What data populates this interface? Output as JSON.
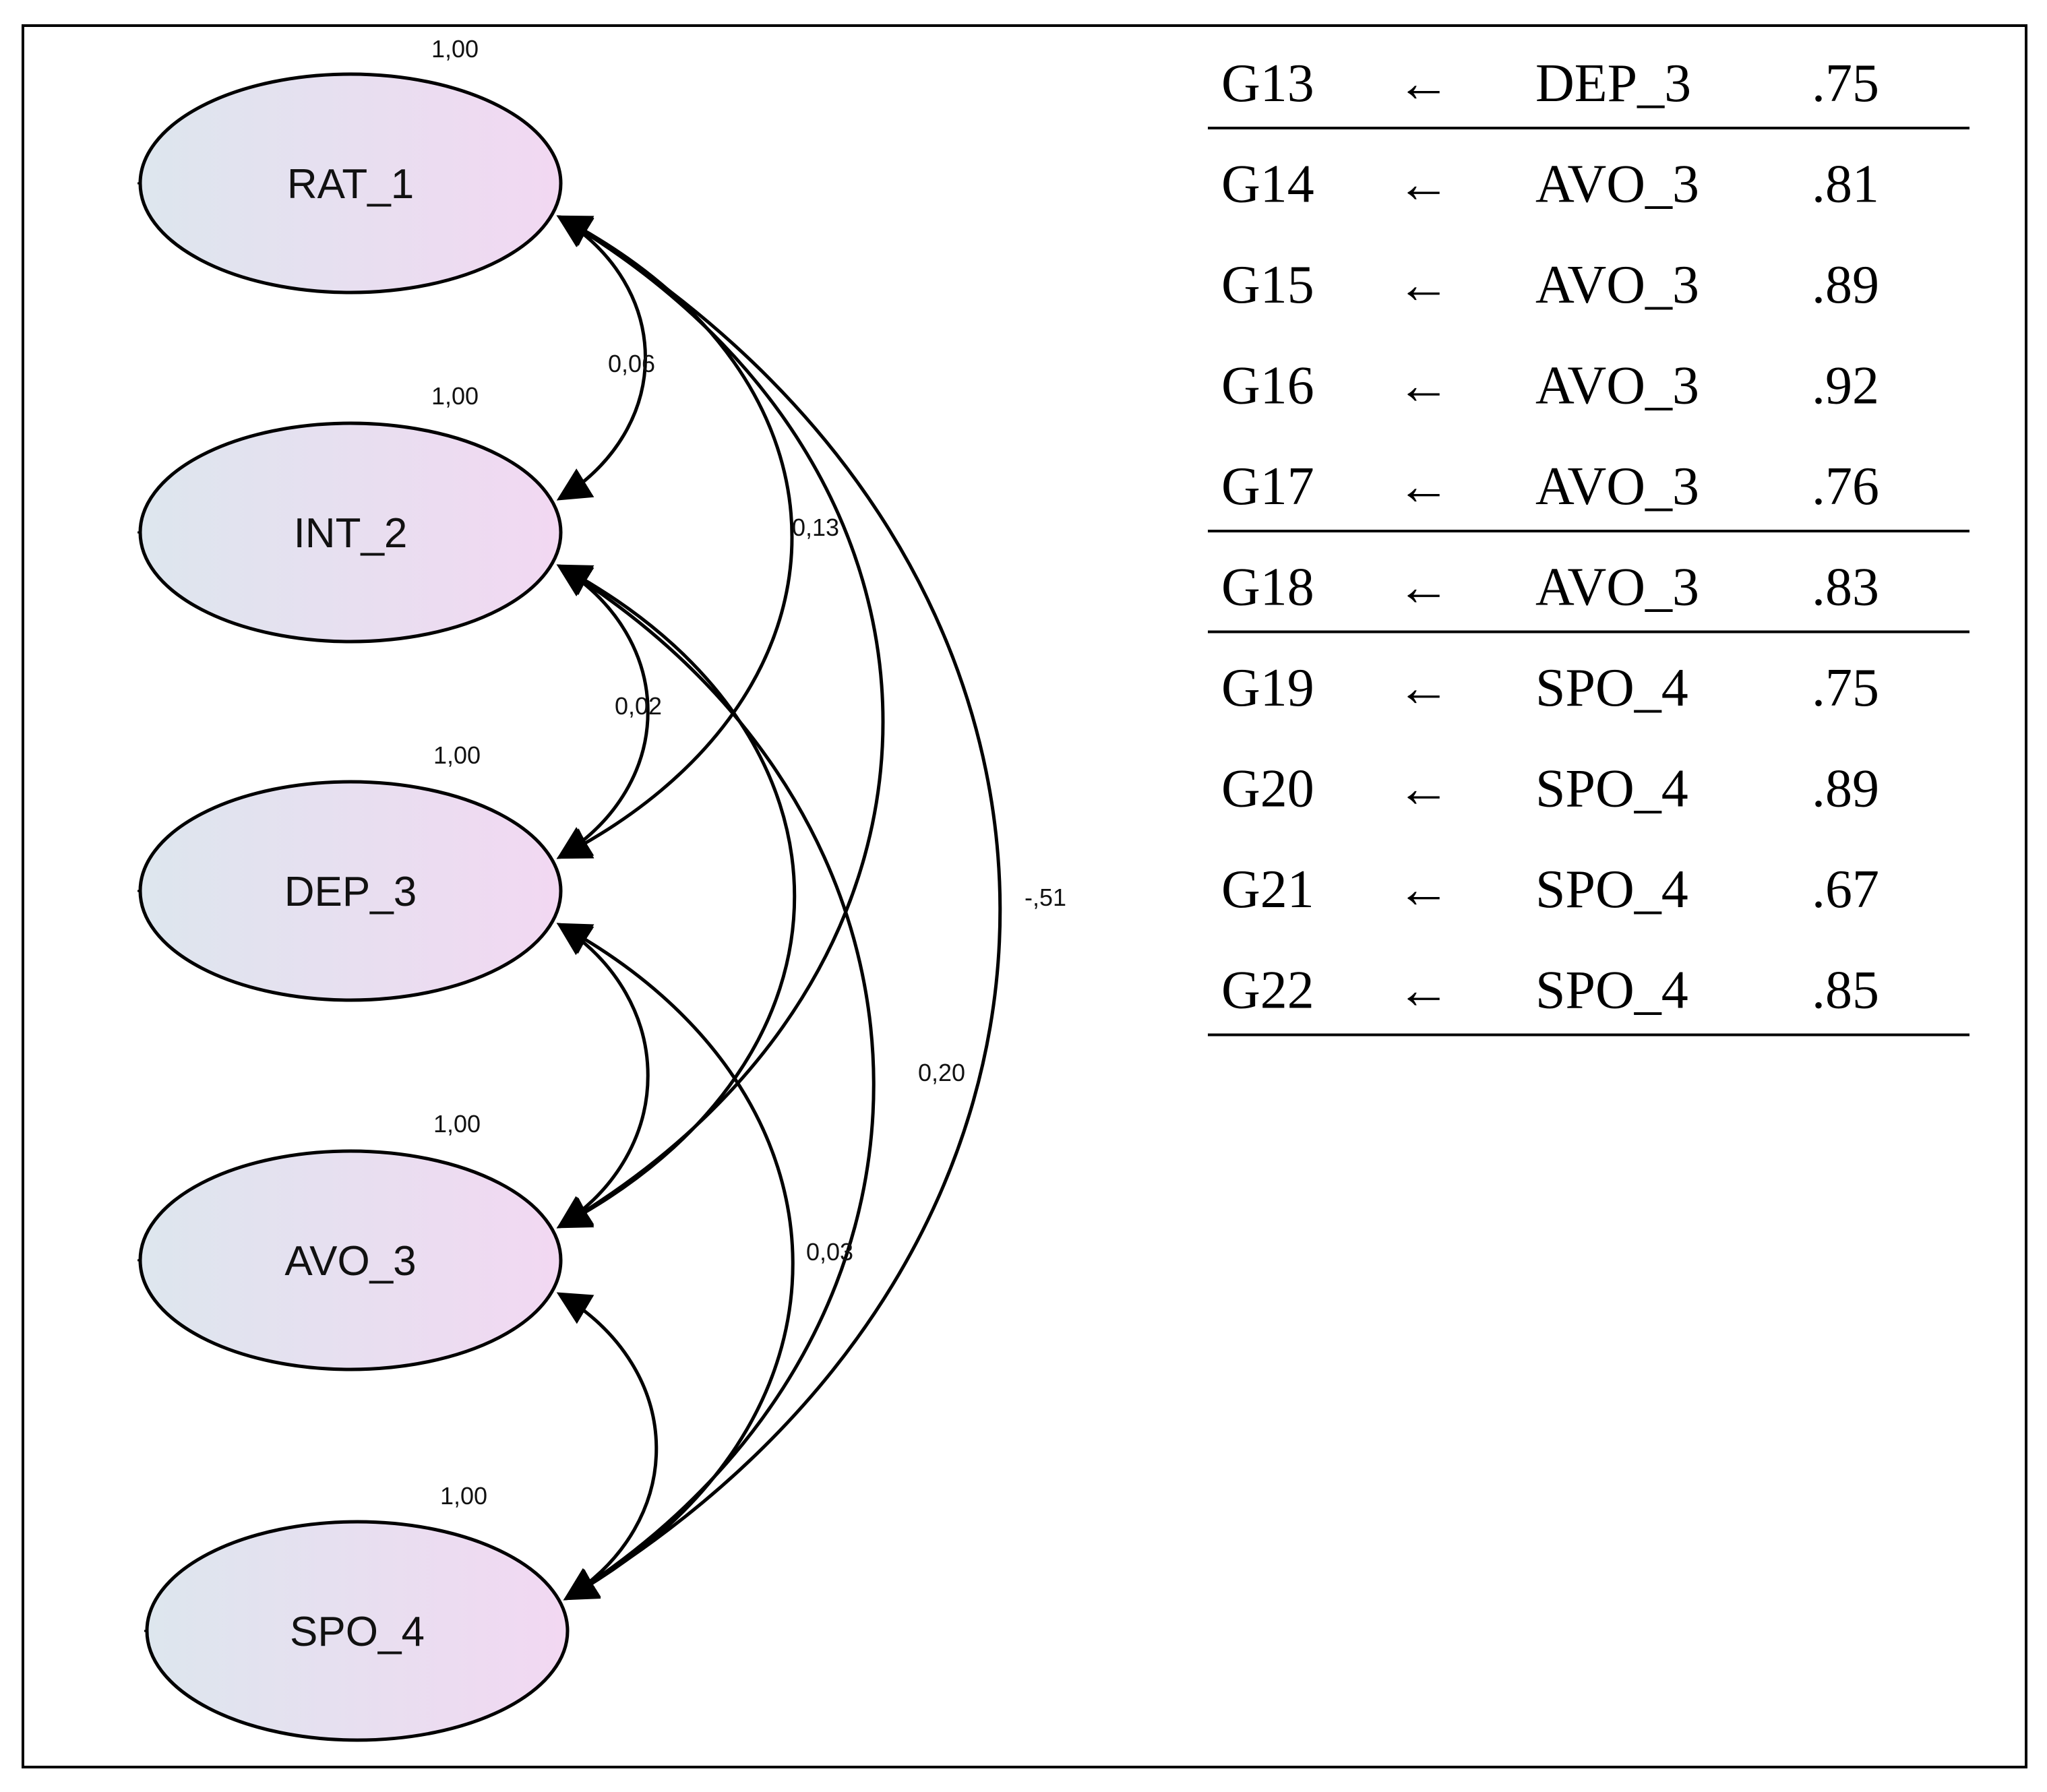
{
  "latents": [
    {
      "id": "RAT_1",
      "label": "RAT_1",
      "variance": "1,00"
    },
    {
      "id": "INT_2",
      "label": "INT_2",
      "variance": "1,00"
    },
    {
      "id": "DEP_3",
      "label": "DEP_3",
      "variance": "1,00"
    },
    {
      "id": "AVO_3",
      "label": "AVO_3",
      "variance": "1,00"
    },
    {
      "id": "SPO_4",
      "label": "SPO_4",
      "variance": "1,00"
    }
  ],
  "covariances": [
    {
      "from": "RAT_1",
      "to": "INT_2",
      "label": "0,06"
    },
    {
      "from": "RAT_1",
      "to": "DEP_3",
      "label": "0,13"
    },
    {
      "from": "RAT_1",
      "to": "AVO_3",
      "label": ""
    },
    {
      "from": "RAT_1",
      "to": "SPO_4",
      "label": "-,51"
    },
    {
      "from": "INT_2",
      "to": "DEP_3",
      "label": "0,02"
    },
    {
      "from": "INT_2",
      "to": "AVO_3",
      "label": ""
    },
    {
      "from": "INT_2",
      "to": "SPO_4",
      "label": "0,20"
    },
    {
      "from": "DEP_3",
      "to": "AVO_3",
      "label": ""
    },
    {
      "from": "DEP_3",
      "to": "SPO_4",
      "label": "0,03"
    },
    {
      "from": "AVO_3",
      "to": "SPO_4",
      "label": ""
    }
  ],
  "loadings_table": {
    "arrow_glyph": "←",
    "rows": [
      {
        "item": "G13",
        "factor": "DEP_3",
        "value": ".75"
      },
      {
        "item": "G14",
        "factor": "AVO_3",
        "value": ".81"
      },
      {
        "item": "G15",
        "factor": "AVO_3",
        "value": ".89"
      },
      {
        "item": "G16",
        "factor": "AVO_3",
        "value": ".92"
      },
      {
        "item": "G17",
        "factor": "AVO_3",
        "value": ".76"
      },
      {
        "item": "G18",
        "factor": "AVO_3",
        "value": ".83"
      },
      {
        "item": "G19",
        "factor": "SPO_4",
        "value": ".75"
      },
      {
        "item": "G20",
        "factor": "SPO_4",
        "value": ".89"
      },
      {
        "item": "G21",
        "factor": "SPO_4",
        "value": ".67"
      },
      {
        "item": "G22",
        "factor": "SPO_4",
        "value": ".85"
      }
    ],
    "rules_after_rows": [
      0,
      4,
      5,
      9
    ]
  },
  "colors": {
    "ellipse_left": "#dde6ee",
    "ellipse_right": "#f2d8f2",
    "stroke": "#000000"
  }
}
